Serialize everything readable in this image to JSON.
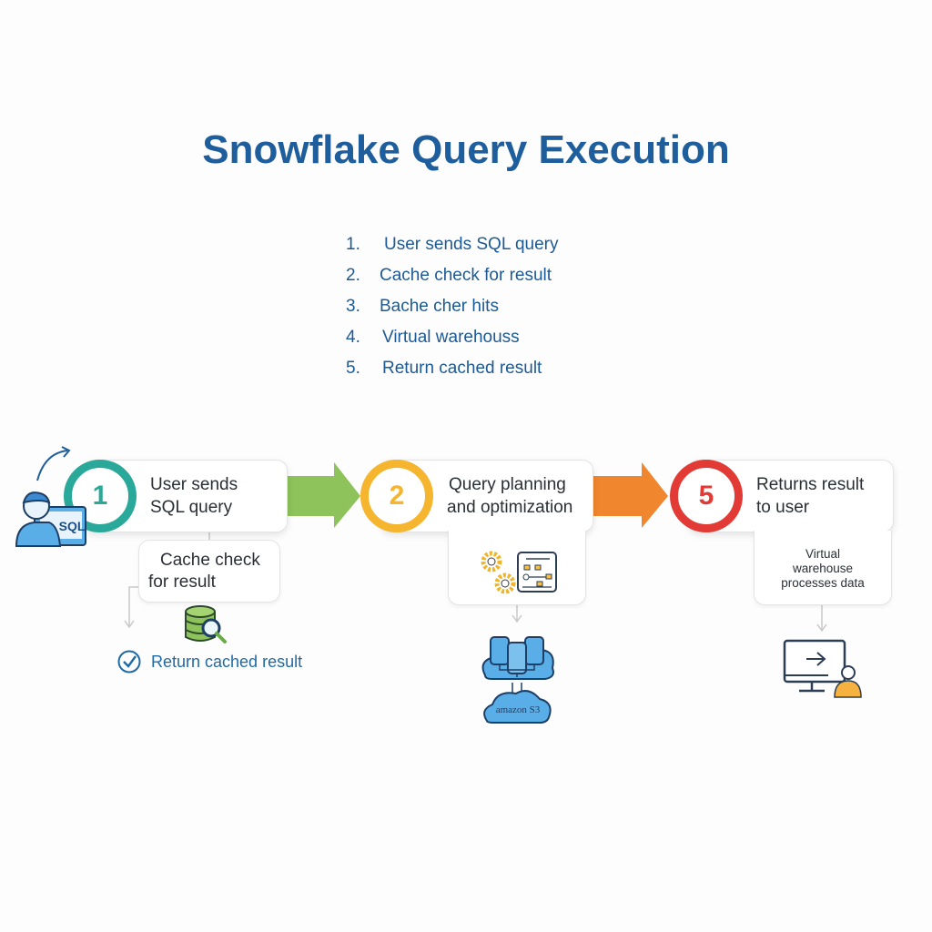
{
  "title": "Snowflake Query Execution",
  "list": [
    {
      "num": "1.",
      "text": "User sends SQL query"
    },
    {
      "num": "2.",
      "text": "Cache check for result"
    },
    {
      "num": "3.",
      "text": "Bache cher hits"
    },
    {
      "num": "4.",
      "text": "Virtual warehouss"
    },
    {
      "num": "5.",
      "text": "Return cached result"
    }
  ],
  "steps": [
    {
      "num": "1",
      "line1": "User sends",
      "line2": "SQL query",
      "color": "#2aa99a"
    },
    {
      "num": "2",
      "line1": "Query planning",
      "line2": "and optimization",
      "color": "#f6b52e"
    },
    {
      "num": "5",
      "line1": "Returns result",
      "line2": "to user",
      "color": "#e23b36"
    }
  ],
  "sub": {
    "cache_line1": "Cache check",
    "cache_line2": "for result",
    "return_cached": "Return cached result",
    "vw_line1": "Virtual",
    "vw_line2": "warehouse",
    "vw_line3": "processes data",
    "sql_label": "SQL",
    "s3_label": "amazon S3"
  },
  "arrow_colors": {
    "green": "#8dc35a",
    "orange": "#f0862e"
  }
}
